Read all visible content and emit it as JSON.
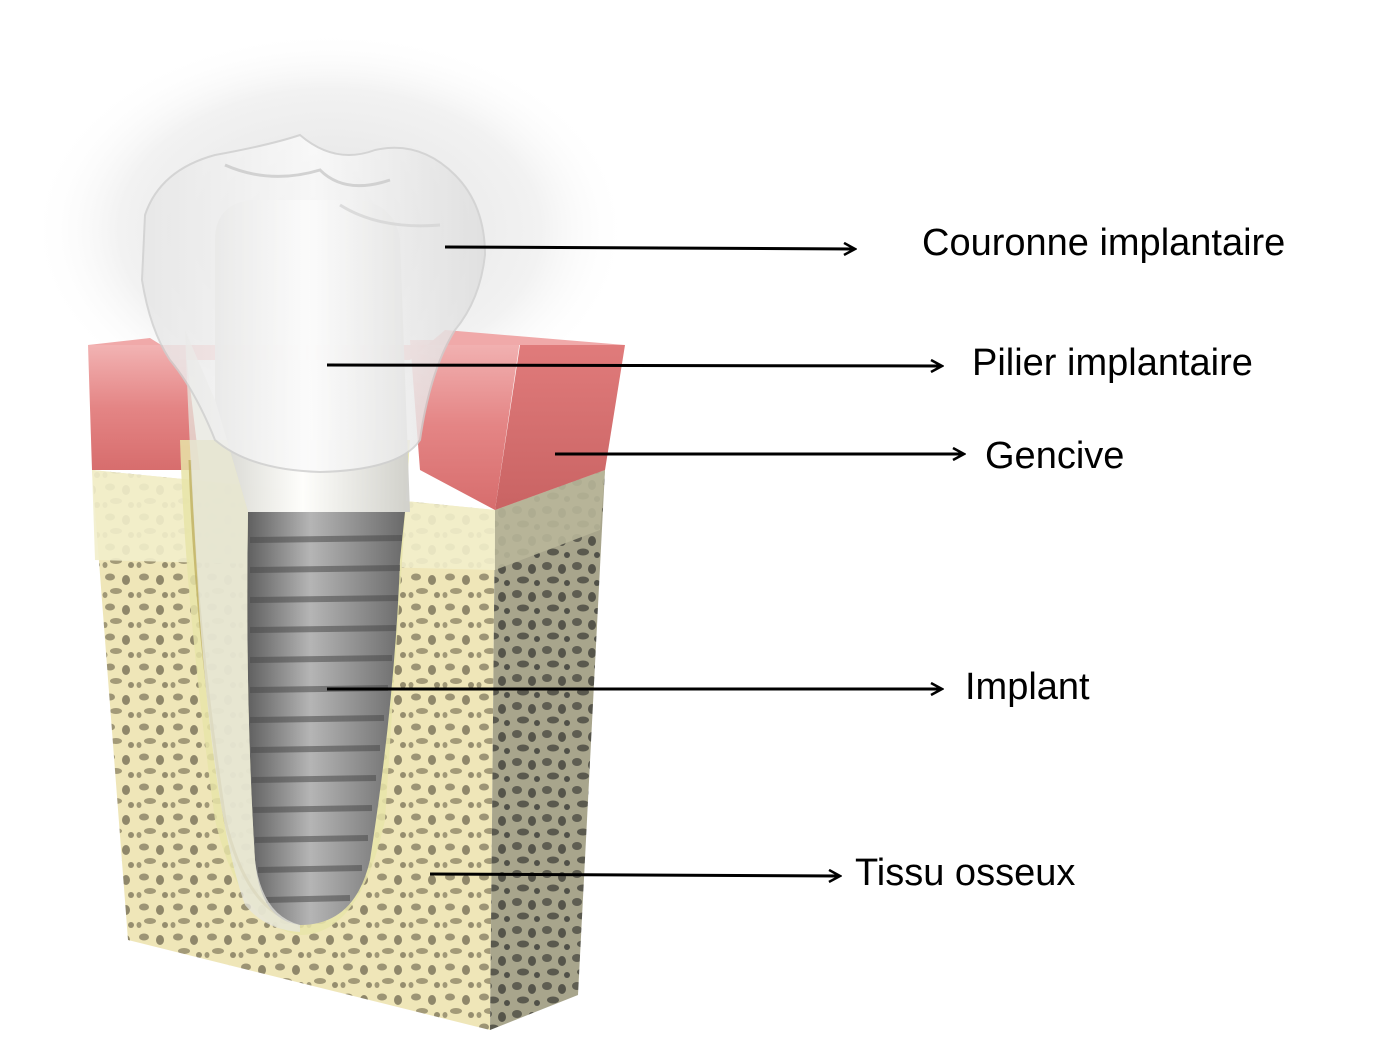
{
  "labels": {
    "crown": "Couronne implantaire",
    "abutment": "Pilier implantaire",
    "gum": "Gencive",
    "implant": "Implant",
    "bone": "Tissu osseux"
  },
  "colors": {
    "crown": "#f4f4f4",
    "gum": "#e88a8a",
    "gum_dark": "#d96c6c",
    "bone": "#efe8bd",
    "bone_pore": "#8a8060",
    "implant": "#8f8f8f",
    "arrow": "#000000"
  }
}
